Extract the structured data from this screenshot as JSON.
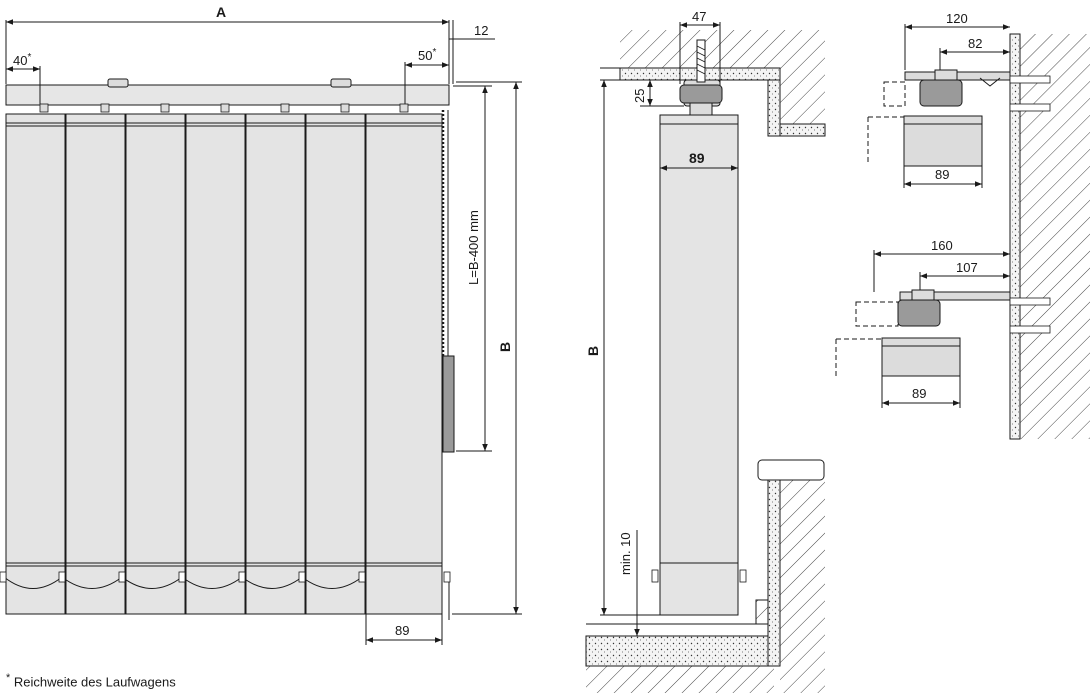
{
  "footnote": {
    "star": "*",
    "text": "Reichweite des Laufwagens"
  },
  "front_view": {
    "width_label": "A",
    "height_label": "B",
    "chain_length_label": "L=B-400 mm",
    "carrier_reach_left": "40",
    "carrier_reach_right": "50",
    "star": "*",
    "end_offset": "12",
    "vane_width": "89"
  },
  "side_view": {
    "bracket_width": "47",
    "head_height": "25",
    "height_label": "B",
    "vane_width": "89",
    "floor_clearance": "min. 10"
  },
  "bracket_short": {
    "total_depth": "120",
    "arm_depth": "82",
    "vane_width": "89"
  },
  "bracket_long": {
    "total_depth": "160",
    "arm_depth": "107",
    "vane_width": "89"
  }
}
